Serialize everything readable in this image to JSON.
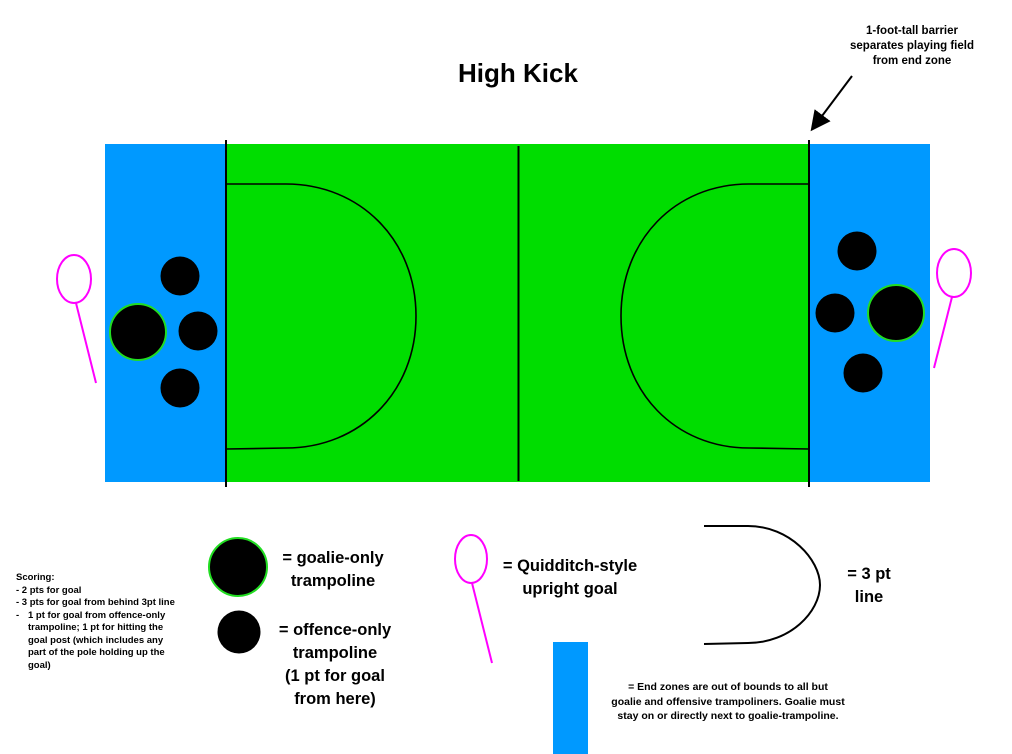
{
  "title": "High Kick",
  "annotation": {
    "lines": [
      "1-foot-tall barrier",
      "separates playing field",
      "from end zone"
    ]
  },
  "colors": {
    "field": "#00dd00",
    "end_zone": "#0099ff",
    "goal": "#ff00ff",
    "goalie_outline": "#22dd22",
    "trampoline": "#000000",
    "line": "#000000"
  },
  "field": {
    "left_end_zone": {
      "goalie_trampolines": 1,
      "offence_trampolines": 3
    },
    "right_end_zone": {
      "goalie_trampolines": 1,
      "offence_trampolines": 3
    }
  },
  "legend": {
    "goalie": [
      "= goalie-only",
      "trampoline"
    ],
    "offence": [
      "= offence-only",
      "trampoline",
      "(1 pt for goal",
      "from here)"
    ],
    "goal": [
      "= Quidditch-style",
      "upright goal"
    ],
    "three_pt": [
      "= 3 pt",
      "line"
    ],
    "end_zone": [
      "= End zones are out of bounds to all but",
      "goalie and offensive trampoliners. Goalie must",
      "stay on or directly next to goalie-trampoline."
    ]
  },
  "scoring": {
    "heading": "Scoring:",
    "items": [
      "- 2 pts for goal",
      "- 3 pts for goal from behind 3pt line"
    ],
    "hanging_dash": "-",
    "hanging_lines": [
      "1 pt for goal from offence-only",
      "trampoline; 1 pt for hitting the",
      "goal post (which includes any",
      "part of the pole holding up the",
      "goal)"
    ]
  }
}
